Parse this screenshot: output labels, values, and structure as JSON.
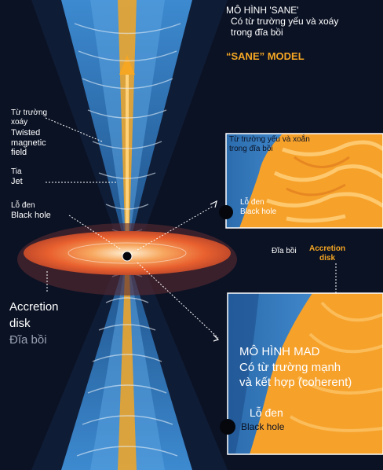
{
  "sane": {
    "title_vi": "MÔ HÌNH 'SANE'",
    "desc_vi_1": "Có từ trường yếu và xoáy",
    "desc_vi_2": "trong đĩa bồi",
    "title_en": "“SANE” MODEL"
  },
  "left_labels": {
    "field_vi_1": "Từ trường",
    "field_vi_2": "xoáy",
    "field_en_1": "Twisted",
    "field_en_2": "magnetic",
    "field_en_3": "field",
    "jet_vi": "Tia",
    "jet_en": "Jet",
    "bh_vi": "Lỗ đen",
    "bh_en": "Black hole",
    "disk_en_1": "Accretion",
    "disk_en_2": "disk",
    "disk_vi": "Đĩa bồi"
  },
  "inset_sane": {
    "desc_vi_1": "Từ trường yếu và xoắn",
    "desc_vi_2": "trong đĩa bồi",
    "bh_vi": "Lỗ đen",
    "bh_en": "Black hole"
  },
  "disk_callout": {
    "vi": "Đĩa bồi",
    "en_1": "Accretion",
    "en_2": "disk"
  },
  "mad": {
    "title_vi": "MÔ HÌNH MAD",
    "desc_vi_1": "Có từ trường mạnh",
    "desc_vi_2": "và kết hợp (coherent)",
    "bh_vi": "Lỗ đen",
    "bh_en": "Black hole"
  },
  "colors": {
    "background": "#0b1224",
    "cone_blue": "#2f74b5",
    "jet_orange": "#f5a623",
    "disk_orange": "#f07a3a"
  }
}
